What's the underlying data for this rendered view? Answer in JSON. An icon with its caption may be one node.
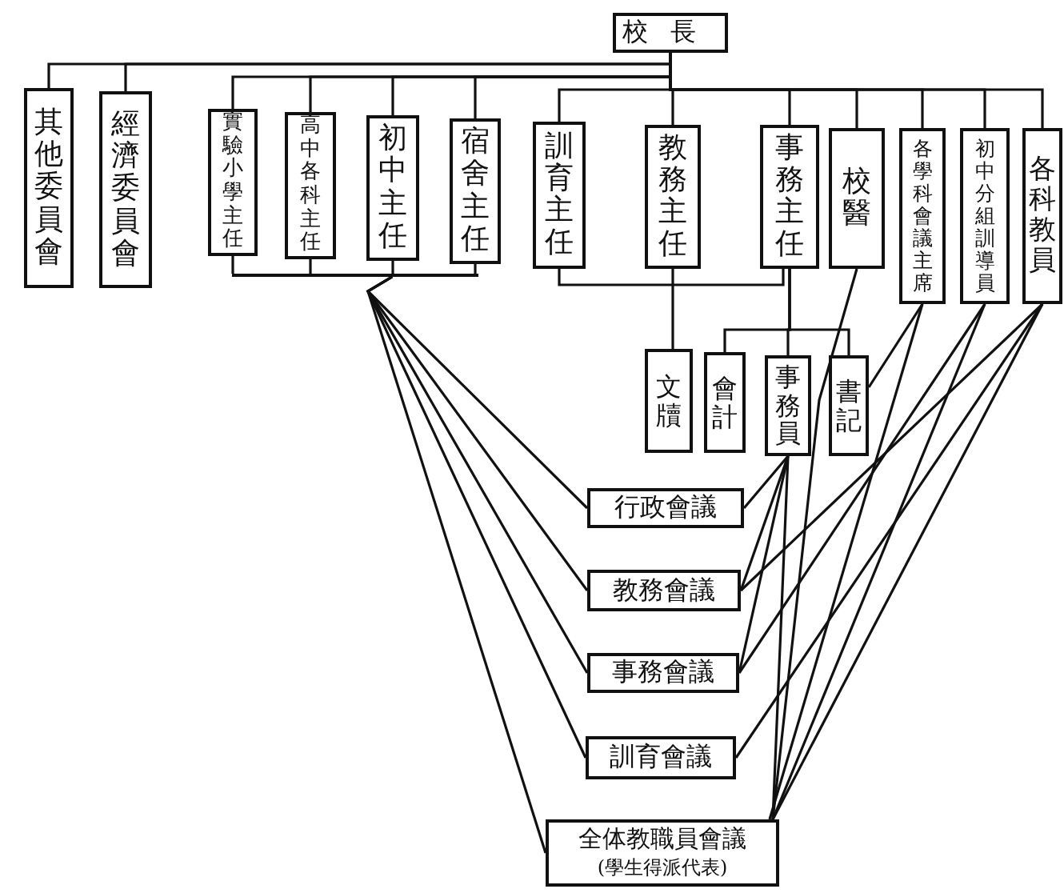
{
  "diagram": {
    "nodes": [
      {
        "text": [
          "校長"
        ]
      },
      {
        "text": [
          "其他委員會"
        ]
      },
      {
        "text": [
          "經濟委員會"
        ]
      },
      {
        "text": [
          "實驗小學主任"
        ]
      },
      {
        "text": [
          "高中各科主任"
        ]
      },
      {
        "text": [
          "初中主任"
        ]
      },
      {
        "text": [
          "宿舍主任"
        ]
      },
      {
        "text": [
          "訓育主任"
        ]
      },
      {
        "text": [
          "教務主任"
        ]
      },
      {
        "text": [
          "事務主任"
        ]
      },
      {
        "text": [
          "校醫"
        ]
      },
      {
        "text": [
          "各學科會議主席"
        ]
      },
      {
        "text": [
          "初中分組訓導員"
        ]
      },
      {
        "text": [
          "各科教員"
        ]
      },
      {
        "text": [
          "文牘"
        ]
      },
      {
        "text": [
          "會計"
        ]
      },
      {
        "text": [
          "事務員"
        ]
      },
      {
        "text": [
          "書記"
        ]
      },
      {
        "text": [
          "行政會議"
        ]
      },
      {
        "text": [
          "教務會議"
        ]
      },
      {
        "text": [
          "事務會議"
        ]
      },
      {
        "text": [
          "訓育會議"
        ]
      },
      {
        "text": [
          "全体教職員會議",
          "(學生得派代表)"
        ]
      },
      {
        "text": [],
        "shape": "bar"
      }
    ],
    "edges": [
      {
        "from": 0,
        "to": 1,
        "arrow": "none"
      },
      {
        "from": 0,
        "to": 2,
        "arrow": "none"
      },
      {
        "from": 0,
        "to": 3,
        "arrow": "none"
      },
      {
        "from": 0,
        "to": 4,
        "arrow": "none"
      },
      {
        "from": 0,
        "to": 5,
        "arrow": "none"
      },
      {
        "from": 0,
        "to": 6,
        "arrow": "none"
      },
      {
        "from": 0,
        "to": 7,
        "arrow": "none"
      },
      {
        "from": 0,
        "to": 8,
        "arrow": "none"
      },
      {
        "from": 0,
        "to": 9,
        "arrow": "none"
      },
      {
        "from": 0,
        "to": 10,
        "arrow": "none"
      },
      {
        "from": 0,
        "to": 11,
        "arrow": "none"
      },
      {
        "from": 0,
        "to": 12,
        "arrow": "none"
      },
      {
        "from": 0,
        "to": 13,
        "arrow": "none"
      },
      {
        "from": 8,
        "to": 14,
        "arrow": "none"
      },
      {
        "from": 9,
        "to": 15,
        "arrow": "none"
      },
      {
        "from": 9,
        "to": 16,
        "arrow": "none"
      },
      {
        "from": 9,
        "to": 17,
        "arrow": "none"
      },
      {
        "from": 7,
        "to": 9,
        "arrow": "none"
      },
      {
        "from": 3,
        "to": 23,
        "arrow": "none"
      },
      {
        "from": 4,
        "to": 23,
        "arrow": "none"
      },
      {
        "from": 5,
        "to": 23,
        "arrow": "none"
      },
      {
        "from": 6,
        "to": 23,
        "arrow": "none"
      },
      {
        "from": 23,
        "to": 18,
        "arrow": "none"
      },
      {
        "from": 23,
        "to": 19,
        "arrow": "none"
      },
      {
        "from": 23,
        "to": 20,
        "arrow": "none"
      },
      {
        "from": 23,
        "to": 21,
        "arrow": "none"
      },
      {
        "from": 23,
        "to": 22,
        "arrow": "none"
      },
      {
        "from": 16,
        "to": 18,
        "arrow": "none"
      },
      {
        "from": 16,
        "to": 19,
        "arrow": "none"
      },
      {
        "from": 16,
        "to": 20,
        "arrow": "none"
      },
      {
        "from": 16,
        "to": 22,
        "arrow": "none"
      },
      {
        "from": 10,
        "to": 22,
        "arrow": "none"
      },
      {
        "from": 11,
        "to": 17,
        "arrow": "none"
      },
      {
        "from": 11,
        "to": 22,
        "arrow": "none"
      },
      {
        "from": 12,
        "to": 20,
        "arrow": "none"
      },
      {
        "from": 12,
        "to": 22,
        "arrow": "none"
      },
      {
        "from": 13,
        "to": 19,
        "arrow": "none"
      },
      {
        "from": 13,
        "to": 21,
        "arrow": "none"
      },
      {
        "from": 13,
        "to": 22,
        "arrow": "none"
      }
    ]
  }
}
